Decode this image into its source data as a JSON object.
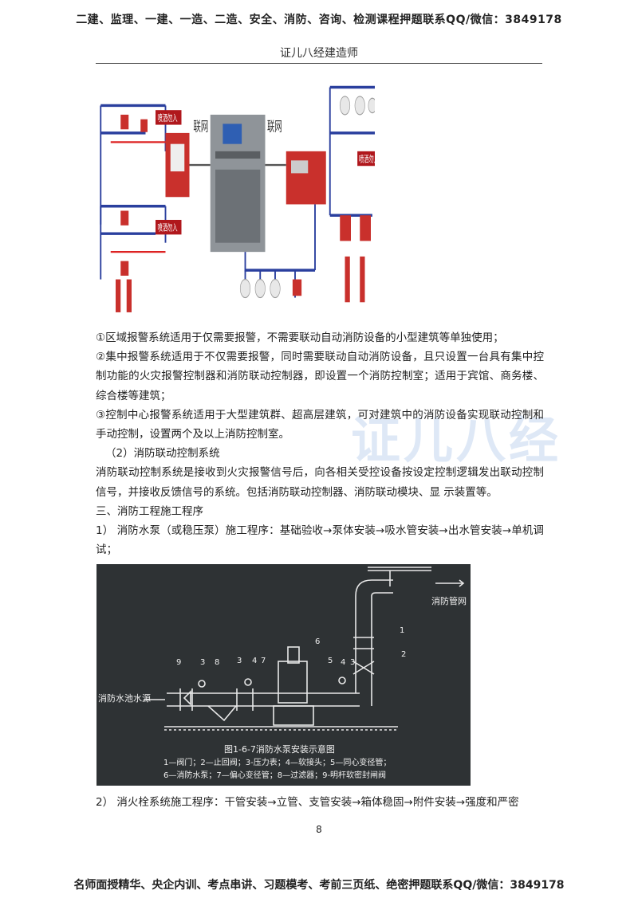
{
  "header": {
    "top_banner": "二建、监理、一建、一造、二造、安全、消防、咨询、检测课程押题联系QQ/微信：3849178",
    "subtitle": "证儿八经建造师"
  },
  "figure1": {
    "label_left": "联网",
    "label_right": "联网",
    "sign_text": "喷洒勿入"
  },
  "paragraphs": [
    "①区域报警系统适用于仅需要报警，不需要联动自动消防设备的小型建筑等单独使用；",
    "②集中报警系统适用于不仅需要报警，同时需要联动自动消防设备，且只设置一台具有集中控制功能的火灾报警控制器和消防联动控制器，即设置一个消防控制室；适用于宾馆、商务楼、综合楼等建筑；",
    "③控制中心报警系统适用于大型建筑群、超高层建筑，可对建筑中的消防设备实现联动控制和手动控制，设置两个及以上消防控制室。",
    "（2）消防联动控制系统",
    "消防联动控制系统是接收到火灾报警信号后，向各相关受控设备按设定控制逻辑发出联动控制信号，并接收反馈信号的系统。包括消防联动控制器、消防联动模块、显 示装置等。",
    "三、消防工程施工程序",
    "1） 消防水泵（或稳压泵）施工程序：基础验收→泵体安装→吸水管安装→出水管安装→单机调试；"
  ],
  "figure2": {
    "label_source": "消防水池水源",
    "label_network": "消防管网",
    "numbers": [
      "9",
      "3",
      "8",
      "3",
      "4",
      "7",
      "6",
      "5",
      "4",
      "3",
      "1",
      "2"
    ],
    "caption": "图1-6-7消防水泵安装示意图",
    "legend_line1": "1—阀门；2—止回阀；3-压力表；4—软接头；5—同心变径管；",
    "legend_line2": "6—消防水泵；7—偏心变径管；8—过滤器；9-明杆软密封闸阀"
  },
  "last_line": "2） 消火栓系统施工程序：干管安装→立管、支管安装→箱体稳固→附件安装→强度和严密",
  "page_number": "8",
  "footer": "名师面授精华、央企内训、考点串讲、习题模考、考前三页纸、绝密押题联系QQ/微信：3849178",
  "watermark": "证儿八经"
}
